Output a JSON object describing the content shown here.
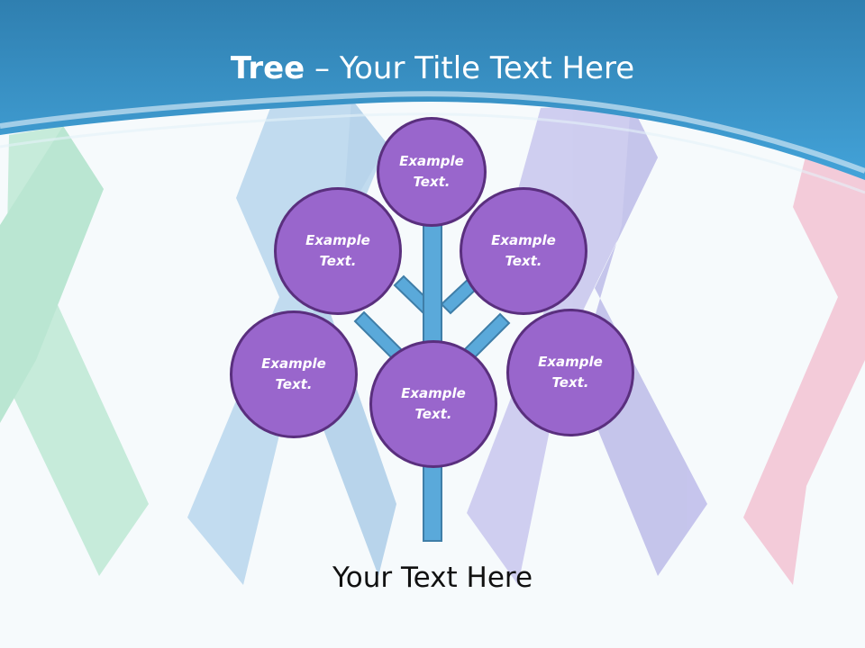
{
  "slide": {
    "title_bold": "Tree",
    "title_sep": " – ",
    "title_rest": "Your Title Text Here",
    "caption": "Your Text Here"
  },
  "nodes": [
    {
      "label": "Example\nText."
    },
    {
      "label": "Example\nText."
    },
    {
      "label": "Example\nText."
    },
    {
      "label": "Example\nText."
    },
    {
      "label": "Example\nText."
    },
    {
      "label": "Example\nText."
    }
  ],
  "colors": {
    "header": "#3a96cc",
    "node_fill": "#9966cc",
    "node_border": "#5a2f7e",
    "trunk": "#5aa9da",
    "ribbon_green": "#b6e6cf",
    "ribbon_blue": "#b5d4ec",
    "ribbon_purple": "#c5c3ec",
    "ribbon_pink": "#f2c2d2"
  }
}
